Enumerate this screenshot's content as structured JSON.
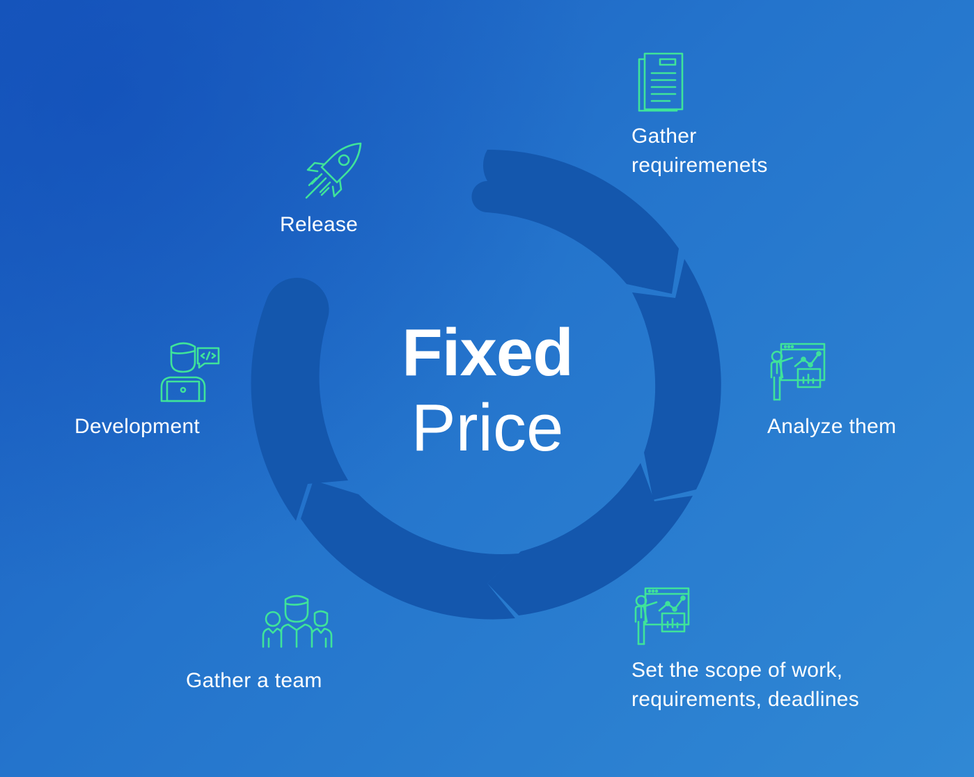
{
  "title": {
    "line1": "Fixed",
    "line2": "Price"
  },
  "colors": {
    "background_start": "#1a5cc0",
    "background_end": "#3088d4",
    "ring": "#1457ad",
    "icon_stroke": "#3fe39a",
    "text": "#ffffff"
  },
  "steps": [
    {
      "id": "gather-requirements",
      "icon": "document-icon",
      "label_line1": "Gather",
      "label_line2": "requiremenets"
    },
    {
      "id": "analyze",
      "icon": "presentation-chart-icon",
      "label_line1": "Analyze them"
    },
    {
      "id": "scope",
      "icon": "presentation-chart-icon",
      "label_line1": "Set the scope of work,",
      "label_line2": "requirements, deadlines"
    },
    {
      "id": "team",
      "icon": "team-icon",
      "label_line1": "Gather a team"
    },
    {
      "id": "development",
      "icon": "developer-laptop-icon",
      "label_line1": "Development"
    },
    {
      "id": "release",
      "icon": "rocket-icon",
      "label_line1": "Release"
    }
  ]
}
